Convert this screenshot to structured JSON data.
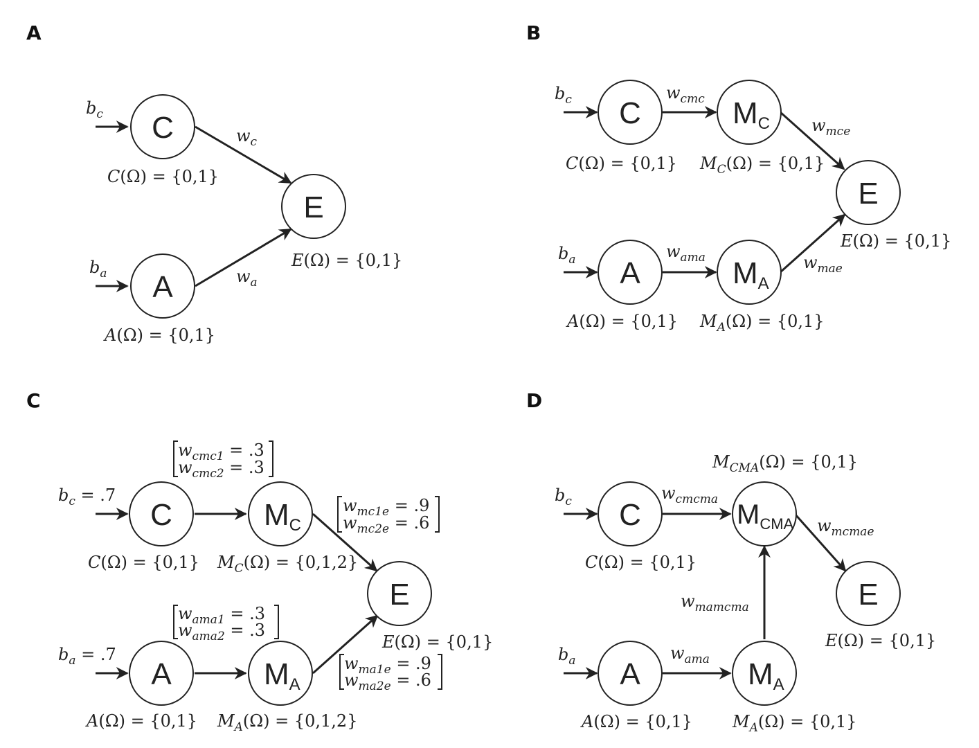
{
  "panels": {
    "a": {
      "label": "A",
      "nodes": {
        "c": "C",
        "a": "A",
        "e": "E"
      },
      "inputs": {
        "bc": {
          "base": "b",
          "sub": "c"
        },
        "ba": {
          "base": "b",
          "sub": "a"
        }
      },
      "weights": {
        "wc": {
          "base": "w",
          "sub": "c"
        },
        "wa": {
          "base": "w",
          "sub": "a"
        }
      },
      "domains": {
        "c": {
          "var": "C",
          "rest": "(Ω) = {0,1}"
        },
        "a": {
          "var": "A",
          "rest": "(Ω) = {0,1}"
        },
        "e": {
          "var": "E",
          "rest": "(Ω) = {0,1}"
        }
      }
    },
    "b": {
      "label": "B",
      "nodes": {
        "c": "C",
        "mc": {
          "base": "M",
          "sub": "C"
        },
        "e": "E",
        "a": "A",
        "ma": {
          "base": "M",
          "sub": "A"
        }
      },
      "inputs": {
        "bc": {
          "base": "b",
          "sub": "c"
        },
        "ba": {
          "base": "b",
          "sub": "a"
        }
      },
      "weights": {
        "wcmc": {
          "base": "w",
          "sub": "cmc"
        },
        "wmce": {
          "base": "w",
          "sub": "mce"
        },
        "wama": {
          "base": "w",
          "sub": "ama"
        },
        "wmae": {
          "base": "w",
          "sub": "mae"
        }
      },
      "domains": {
        "c": {
          "var": "C",
          "rest": "(Ω) = {0,1}"
        },
        "mc": {
          "var": "M",
          "varsub": "C",
          "rest": "(Ω) = {0,1}"
        },
        "e": {
          "var": "E",
          "rest": "(Ω) = {0,1}"
        },
        "a": {
          "var": "A",
          "rest": "(Ω) = {0,1}"
        },
        "ma": {
          "var": "M",
          "varsub": "A",
          "rest": "(Ω) = {0,1}"
        }
      }
    },
    "c": {
      "label": "C",
      "nodes": {
        "c": "C",
        "mc": {
          "base": "M",
          "sub": "C"
        },
        "e": "E",
        "a": "A",
        "ma": {
          "base": "M",
          "sub": "A"
        }
      },
      "inputs": {
        "bc": {
          "base": "b",
          "sub": "c",
          "value": " = .7"
        },
        "ba": {
          "base": "b",
          "sub": "a",
          "value": " = .7"
        }
      },
      "weight_groups": {
        "cmc": [
          {
            "base": "w",
            "sub": "cmc1",
            "value": " = .3"
          },
          {
            "base": "w",
            "sub": "cmc2",
            "value": " = .3"
          }
        ],
        "mce": [
          {
            "base": "w",
            "sub": "mc1e",
            "value": " = .9"
          },
          {
            "base": "w",
            "sub": "mc2e",
            "value": " = .6"
          }
        ],
        "ama": [
          {
            "base": "w",
            "sub": "ama1",
            "value": " = .3"
          },
          {
            "base": "w",
            "sub": "ama2",
            "value": " = .3"
          }
        ],
        "mae": [
          {
            "base": "w",
            "sub": "ma1e",
            "value": " = .9"
          },
          {
            "base": "w",
            "sub": "ma2e",
            "value": " = .6"
          }
        ]
      },
      "domains": {
        "c": {
          "var": "C",
          "rest": "(Ω) = {0,1}"
        },
        "mc": {
          "var": "M",
          "varsub": "C",
          "rest": "(Ω) = {0,1,2}"
        },
        "e": {
          "var": "E",
          "rest": "(Ω) = {0,1}"
        },
        "a": {
          "var": "A",
          "rest": "(Ω) = {0,1}"
        },
        "ma": {
          "var": "M",
          "varsub": "A",
          "rest": "(Ω) = {0,1,2}"
        }
      }
    },
    "d": {
      "label": "D",
      "nodes": {
        "c": "C",
        "mcma": {
          "base": "M",
          "sub": "CMA"
        },
        "e": "E",
        "a": "A",
        "ma": {
          "base": "M",
          "sub": "A"
        }
      },
      "inputs": {
        "bc": {
          "base": "b",
          "sub": "c"
        },
        "ba": {
          "base": "b",
          "sub": "a"
        }
      },
      "weights": {
        "wcmcma": {
          "base": "w",
          "sub": "cmcma"
        },
        "wmcmae": {
          "base": "w",
          "sub": "mcmae"
        },
        "wmamcma": {
          "base": "w",
          "sub": "mamcma"
        },
        "wama": {
          "base": "w",
          "sub": "ama"
        }
      },
      "domains": {
        "mcma": {
          "var": "M",
          "varsub": "CMA",
          "rest": "(Ω) = {0,1}"
        },
        "c": {
          "var": "C",
          "rest": "(Ω) = {0,1}"
        },
        "e": {
          "var": "E",
          "rest": "(Ω) = {0,1}"
        },
        "a": {
          "var": "A",
          "rest": "(Ω) = {0,1}"
        },
        "ma": {
          "var": "M",
          "varsub": "A",
          "rest": "(Ω) = {0,1}"
        }
      }
    }
  }
}
